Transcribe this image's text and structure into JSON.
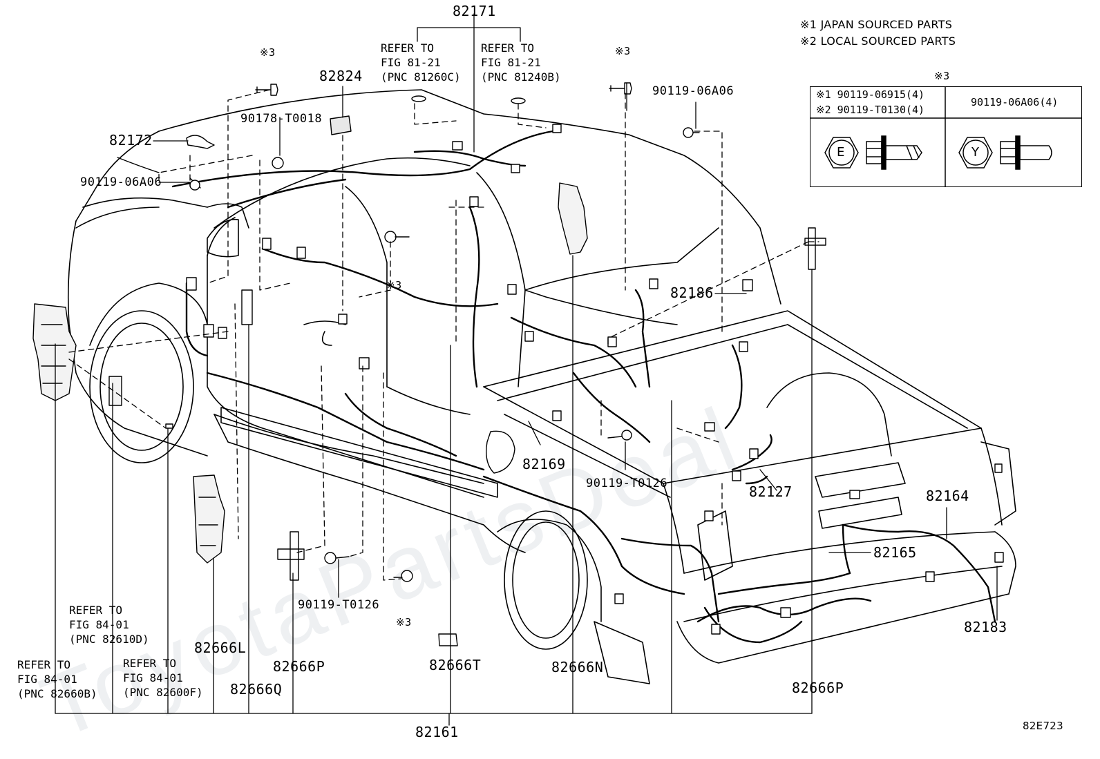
{
  "legend": {
    "note_1": "※1 JAPAN SOURCED PARTS",
    "note_2": "※2 LOCAL SOURCED PARTS",
    "table_header": "※3",
    "col_left_line1": "※1  90119-06915(4)",
    "col_left_line2": "※2  90119-T0130(4)",
    "col_right": "90119-06A06(4)",
    "bolt_left_mark": "E",
    "bolt_right_mark": "Y"
  },
  "parts": {
    "p82171": "82171",
    "p82824": "82824",
    "p82172": "82172",
    "p90178": "90178-T0018",
    "p90119_06A06_left": "90119-06A06",
    "p90119_06A06_right": "90119-06A06",
    "p82186": "82186",
    "p82169": "82169",
    "p90119_T0126_mid": "90119-T0126",
    "p82127": "82127",
    "p82164": "82164",
    "p82165": "82165",
    "p82183": "82183",
    "p90119_T0126_low": "90119-T0126",
    "p82666L": "82666L",
    "p82666P_a": "82666P",
    "p82666Q": "82666Q",
    "p82666T": "82666T",
    "p82666N": "82666N",
    "p82666P_b": "82666P",
    "p82161": "82161",
    "mark3_a": "※3",
    "mark3_b": "※3",
    "mark3_c": "※3",
    "mark3_d": "※3"
  },
  "refs": {
    "ref_81260C": "REFER TO\nFIG 81-21\n(PNC 81260C)",
    "ref_81240B": "REFER TO\nFIG 81-21\n(PNC 81240B)",
    "ref_82610D": "REFER TO\nFIG 84-01\n(PNC 82610D)",
    "ref_82660B": "REFER TO\nFIG 84-01\n(PNC 82660B)",
    "ref_82600F": "REFER TO\nFIG 84-01\n(PNC 82600F)"
  },
  "figure_code": "82E723",
  "watermark": "ToyotaPartsDeal"
}
